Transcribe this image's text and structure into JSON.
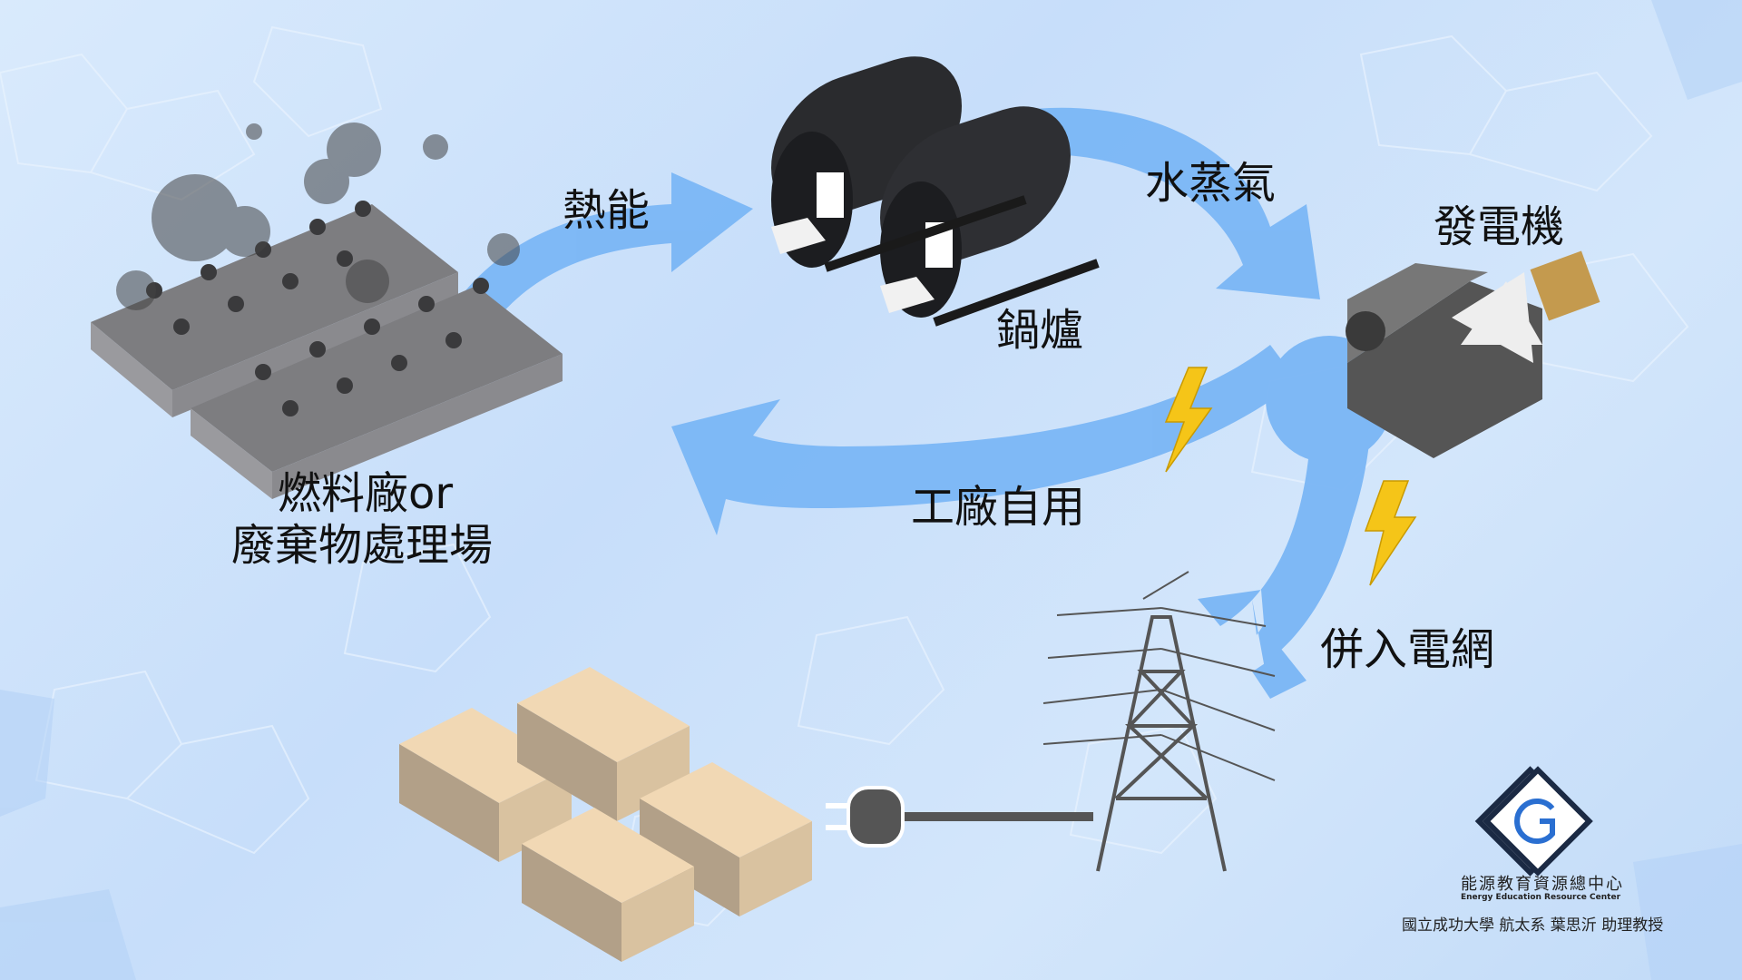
{
  "labels": {
    "heat": "熱能",
    "steam": "水蒸氣",
    "generator": "發電機",
    "boiler": "鍋爐",
    "fuel_plant_line1": "燃料廠or",
    "fuel_plant_line2": "廢棄物處理場",
    "self_use": "工廠自用",
    "grid": "併入電網"
  },
  "logo": {
    "name_zh": "能源教育資源總中心",
    "name_en": "Energy Education Resource Center",
    "credit": "國立成功大學  航太系  葉思沂  助理教授"
  },
  "colors": {
    "arrow": "#7ab6f5",
    "background": "#cfe3fb",
    "lightning": "#f5c518"
  }
}
